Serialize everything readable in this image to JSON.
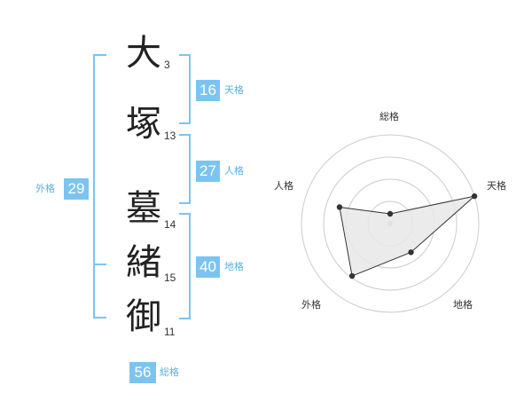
{
  "name_chars": [
    {
      "char": "大",
      "strokes": "3"
    },
    {
      "char": "塚",
      "strokes": "13"
    },
    {
      "char": "墓",
      "strokes": "14"
    },
    {
      "char": "緒",
      "strokes": "15"
    },
    {
      "char": "御",
      "strokes": "11"
    }
  ],
  "scores": {
    "tenkaku": {
      "label": "天格",
      "value": "16"
    },
    "jinkaku": {
      "label": "人格",
      "value": "27"
    },
    "chikaku": {
      "label": "地格",
      "value": "40"
    },
    "gaikaku": {
      "label": "外格",
      "value": "29"
    },
    "soukaku": {
      "label": "総格",
      "value": "56"
    }
  },
  "radar": {
    "axes": [
      "総格",
      "天格",
      "地格",
      "外格",
      "人格"
    ],
    "values": [
      0.11,
      1.0,
      0.4,
      0.73,
      0.6
    ],
    "rings": 4,
    "fill_color": "#e8e8e8",
    "line_color": "#333333",
    "ring_color": "#cccccc"
  },
  "colors": {
    "accent": "#7cc4f0"
  }
}
